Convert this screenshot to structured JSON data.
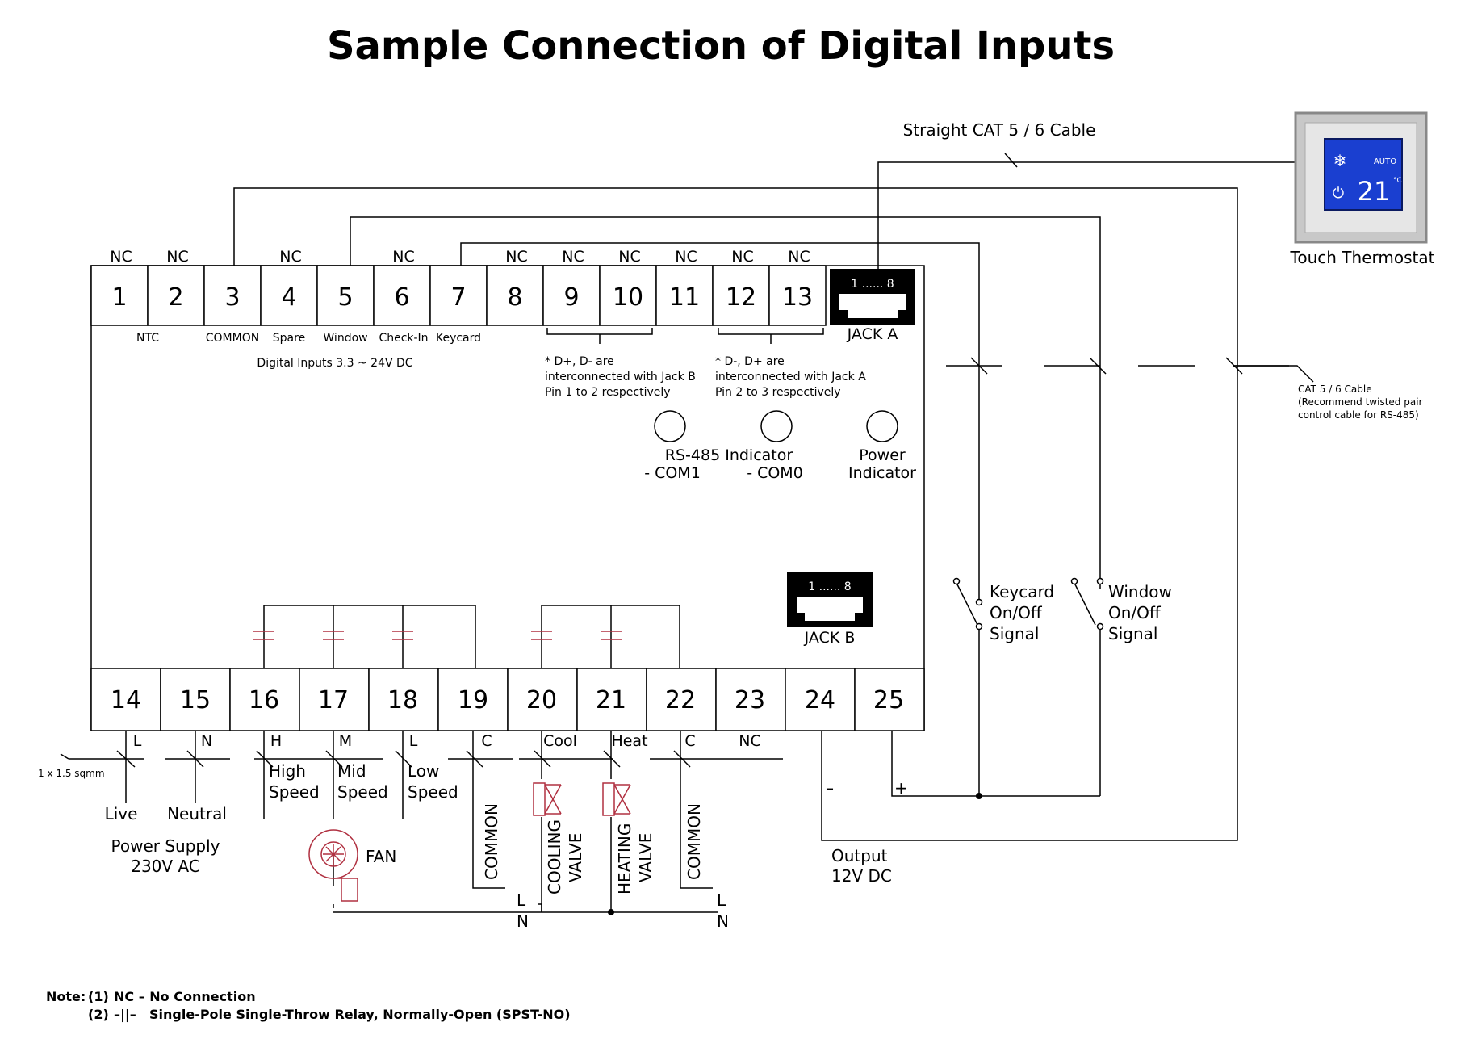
{
  "title": "Sample Connection of Digital Inputs",
  "top_terminals": [
    {
      "num": "1",
      "nc": "NC",
      "label": ""
    },
    {
      "num": "2",
      "nc": "NC",
      "label": "NTC"
    },
    {
      "num": "3",
      "nc": "",
      "label": "COMMON"
    },
    {
      "num": "4",
      "nc": "NC",
      "label": "Spare"
    },
    {
      "num": "5",
      "nc": "",
      "label": "Window"
    },
    {
      "num": "6",
      "nc": "NC",
      "label": "Check-In"
    },
    {
      "num": "7",
      "nc": "",
      "label": "Keycard"
    },
    {
      "num": "8",
      "nc": "NC",
      "label": ""
    },
    {
      "num": "9",
      "nc": "NC",
      "label": ""
    },
    {
      "num": "10",
      "nc": "NC",
      "label": ""
    },
    {
      "num": "11",
      "nc": "NC",
      "label": ""
    },
    {
      "num": "12",
      "nc": "NC",
      "label": ""
    },
    {
      "num": "13",
      "nc": "NC",
      "label": ""
    }
  ],
  "digital_inputs_label": "Digital Inputs 3.3 ~ 24V DC",
  "note_jack_b": [
    "*  D+, D-  are",
    "interconnected with Jack B",
    "Pin 1 to 2 respectively"
  ],
  "note_jack_a": [
    "*  D-, D+  are",
    "interconnected with Jack A",
    "Pin 2 to 3 respectively"
  ],
  "jack_a": {
    "pins": "1 ...... 8",
    "label": "JACK A"
  },
  "jack_b": {
    "pins": "1 ...... 8",
    "label": "JACK B"
  },
  "rs485": {
    "title": "RS-485 Indicator",
    "com1": "- COM1",
    "com0": "- COM0"
  },
  "power_indicator": [
    "Power",
    "Indicator"
  ],
  "cable_top": "Straight CAT 5 / 6 Cable",
  "cable_side": [
    "CAT 5 / 6 Cable",
    "(Recommend twisted pair",
    "control cable for RS-485)"
  ],
  "thermostat": {
    "label": "Touch Thermostat",
    "temp": "21",
    "unit": "°C",
    "mode": "AUTO"
  },
  "bottom_terminals": [
    {
      "num": "14",
      "label": "L"
    },
    {
      "num": "15",
      "label": "N"
    },
    {
      "num": "16",
      "label": "H"
    },
    {
      "num": "17",
      "label": "M"
    },
    {
      "num": "18",
      "label": "L"
    },
    {
      "num": "19",
      "label": "C"
    },
    {
      "num": "20",
      "label": "Cool"
    },
    {
      "num": "21",
      "label": "Heat"
    },
    {
      "num": "22",
      "label": "C"
    },
    {
      "num": "23",
      "label": "NC"
    },
    {
      "num": "24",
      "label": ""
    },
    {
      "num": "25",
      "label": ""
    }
  ],
  "keycard_signal": [
    "Keycard",
    "On/Off",
    "Signal"
  ],
  "window_signal": [
    "Window",
    "On/Off",
    "Signal"
  ],
  "wire_size": "1 x 1.5 sqmm",
  "live": "Live",
  "neutral": "Neutral",
  "power_supply": [
    "Power Supply",
    "230V AC"
  ],
  "fan_speeds": {
    "high": [
      "High",
      "Speed"
    ],
    "mid": [
      "Mid",
      "Speed"
    ],
    "low": [
      "Low",
      "Speed"
    ]
  },
  "fan": "FAN",
  "common": "COMMON",
  "cooling_valve": [
    "COOLING",
    "VALVE"
  ],
  "heating_valve": [
    "HEATING",
    "VALVE"
  ],
  "line_l": "L",
  "line_n": "N",
  "output": [
    "Output",
    "12V DC"
  ],
  "minus": "–",
  "plus": "+",
  "notes": {
    "prefix": "Note:",
    "n1_idx": "(1)",
    "n1": "NC – No Connection",
    "n2_idx": "(2)",
    "n2_sym": "–||–",
    "n2": "Single-Pole Single-Throw Relay, Normally-Open (SPST-NO)"
  },
  "colors": {
    "wire": "#000000",
    "component": "#b03040",
    "thermostat_screen": "#1a3fd0"
  }
}
